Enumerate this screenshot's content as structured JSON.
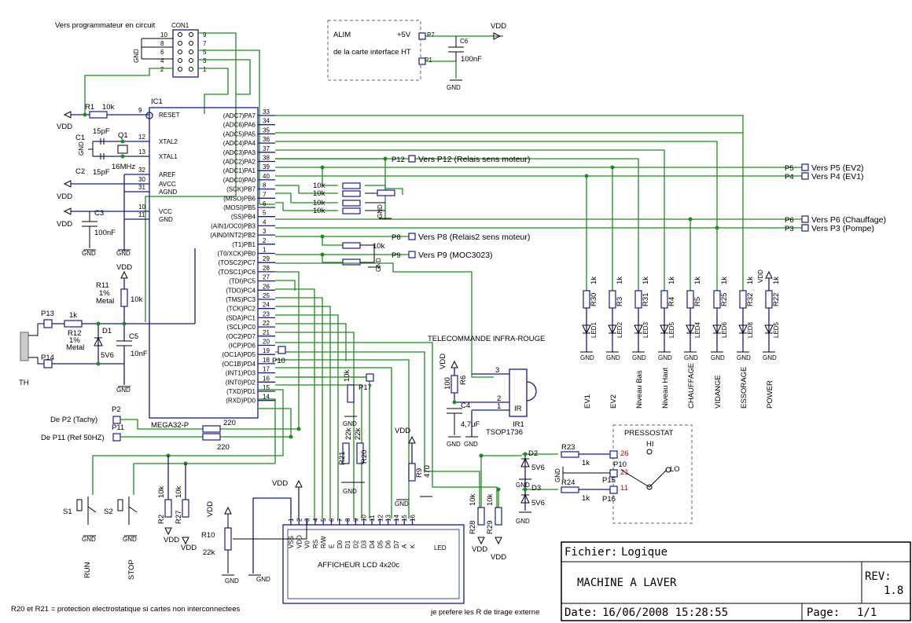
{
  "title_block": {
    "file_label": "Fichier:",
    "file_value": "Logique",
    "project": "MACHINE A LAVER",
    "rev_label": "REV:",
    "rev_value": "1.8",
    "date_label": "Date:",
    "date_value": "16/06/2008 15:28:55",
    "page_label": "Page:",
    "page_value": "1/1"
  },
  "notes": {
    "esd": "R20 et R21 = protection electrostatique si cartes non interconnectees",
    "pullup": "je prefere les R de tirage externe",
    "prog": "Vers programmateur en circuit",
    "ir": "TELECOMMANDE INFRA-ROUGE"
  },
  "connector": {
    "name": "CON1",
    "left_pins": [
      "10",
      "8",
      "6",
      "4",
      "2"
    ],
    "right_pins": [
      "9",
      "7",
      "5",
      "3",
      "1"
    ]
  },
  "alim": {
    "title": "ALIM",
    "subtitle": "de la carte interface HT",
    "v": "+5V",
    "p7": "P7",
    "p1": "P1",
    "c6": "C6",
    "c6v": "100nF",
    "vdd": "VDD",
    "gnd": "GND"
  },
  "mcu": {
    "name": "IC1",
    "part": "MEGA32-P",
    "left_pins": [
      {
        "num": "9",
        "name": "RESET"
      },
      {
        "num": "12",
        "name": "XTAL2"
      },
      {
        "num": "13",
        "name": "XTAL1"
      },
      {
        "num": "32",
        "name": "AREF"
      },
      {
        "num": "30",
        "name": "AVCC"
      },
      {
        "num": "31",
        "name": "AGND"
      },
      {
        "num": "10",
        "name": "VCC"
      },
      {
        "num": "11",
        "name": "GND"
      }
    ],
    "right_pins": [
      {
        "num": "33",
        "name": "(ADC7)PA7"
      },
      {
        "num": "34",
        "name": "(ADC6)PA6"
      },
      {
        "num": "35",
        "name": "(ADC5)PA5"
      },
      {
        "num": "36",
        "name": "(ADC4)PA4"
      },
      {
        "num": "37",
        "name": "(ADC3)PA3"
      },
      {
        "num": "38",
        "name": "(ADC2)PA2"
      },
      {
        "num": "39",
        "name": "(ADC1)PA1"
      },
      {
        "num": "40",
        "name": "(ADC0)PA0"
      },
      {
        "num": "8",
        "name": "(SCK)PB7"
      },
      {
        "num": "7",
        "name": "(MISO)PB6"
      },
      {
        "num": "6",
        "name": "(MOSI)PB5"
      },
      {
        "num": "5",
        "name": "(SS)PB4"
      },
      {
        "num": "4",
        "name": "(AIN1/OC0)PB3"
      },
      {
        "num": "3",
        "name": "(AIN0/INT2)PB2"
      },
      {
        "num": "2",
        "name": "(T1)PB1"
      },
      {
        "num": "1",
        "name": "(T0/XCK)PB0"
      },
      {
        "num": "29",
        "name": "(TOSC2)PC7"
      },
      {
        "num": "28",
        "name": "(TOSC1)PC6"
      },
      {
        "num": "27",
        "name": "(TDI)PC5"
      },
      {
        "num": "26",
        "name": "(TDO)PC4"
      },
      {
        "num": "25",
        "name": "(TMS)PC3"
      },
      {
        "num": "24",
        "name": "(TCK)PC2"
      },
      {
        "num": "23",
        "name": "(SDA)PC1"
      },
      {
        "num": "22",
        "name": "(SCL)PC0"
      },
      {
        "num": "21",
        "name": "(OC2)PD7"
      },
      {
        "num": "20",
        "name": "(ICP)PD6"
      },
      {
        "num": "19",
        "name": "(OC1A)PD5"
      },
      {
        "num": "18",
        "name": "(OC1B)PD4"
      },
      {
        "num": "17",
        "name": "(INT1)PD3"
      },
      {
        "num": "16",
        "name": "(INT0)PD2"
      },
      {
        "num": "15",
        "name": "(TXD)PD1"
      },
      {
        "num": "14",
        "name": "(RXD)PD0"
      }
    ]
  },
  "left_parts": {
    "r1": "R1",
    "r1v": "10k",
    "c1": "C1",
    "c1v": "15pF",
    "c2": "C2",
    "c2v": "15pF",
    "q1": "Q1",
    "q1v": "16MHz",
    "c3": "C3",
    "c3v": "100nF",
    "r11": "R11",
    "r11v": "10k",
    "r11tol": "1%",
    "r11type": "Metal",
    "r12": "R12",
    "r12v": "1k",
    "r12tol": "1%",
    "r12type": "Metal",
    "d1": "D1",
    "d1v": "5V6",
    "c5": "C5",
    "c5v": "10nF",
    "p13": "P13",
    "p14": "P14",
    "th": "TH",
    "p2": "P2",
    "p2label": "De P2 (Tachy)",
    "p11": "P11",
    "p11label": "De P11 (Ref 50HZ)",
    "r220a": "220",
    "r220b": "220",
    "s1": "S1",
    "s2": "S2",
    "r2": "R2",
    "r2v": "10k",
    "r27": "R27",
    "r27v": "10k",
    "run": "RUN",
    "stop": "STOP",
    "vdd": "VDD",
    "gnd": "GND"
  },
  "connectors_right": [
    {
      "pad": "P12",
      "label": "Vers P12 (Relais sens moteur)"
    },
    {
      "pad": "P5",
      "label": "Vers P5 (EV2)"
    },
    {
      "pad": "P4",
      "label": "Vers P4 (EV1)"
    },
    {
      "pad": "P6",
      "label": "Vers P6 (Chauffage)"
    },
    {
      "pad": "P3",
      "label": "Vers P3 (Pompe)"
    },
    {
      "pad": "P8",
      "label": "Vers P8 (Relais2 sens moteur)"
    },
    {
      "pad": "P9",
      "label": "Vers P9 (MOC3023)"
    }
  ],
  "rnet": {
    "values": [
      "10k",
      "10k",
      "10k",
      "10k",
      "10k"
    ]
  },
  "leds": [
    {
      "r": "R30",
      "rv": "1k",
      "led": "LED1",
      "label": "EV1"
    },
    {
      "r": "R3",
      "rv": "1k",
      "led": "LED2",
      "label": "EV2"
    },
    {
      "r": "R31",
      "rv": "1k",
      "led": "LED3",
      "label": "Niveau Bas"
    },
    {
      "r": "R4",
      "rv": "1k",
      "led": "LED5",
      "label": "Niveau Haut"
    },
    {
      "r": "R5",
      "rv": "1k",
      "led": "LED4",
      "label": "CHAUFFAGE"
    },
    {
      "r": "R25",
      "rv": "1k",
      "led": "LED6",
      "label": "VIDANGE"
    },
    {
      "r": "R32",
      "rv": "1k",
      "led": "LED8",
      "label": "ESSORAGE"
    },
    {
      "r": "R22",
      "rv": "1k",
      "led": "LED5",
      "label": "POWER"
    }
  ],
  "ir": {
    "r6": "R6",
    "r6v": "100",
    "c4": "C4",
    "c4v": "4,7uF",
    "ir1": "IR1",
    "part": "TSOP1736",
    "irlabel": "IR",
    "pins": [
      "3",
      "2",
      "1"
    ]
  },
  "mid_parts": {
    "p10": "P10",
    "p17": "P17",
    "r21": "R21",
    "r21v": "22k",
    "r20": "R20",
    "r20v": "22k",
    "r9": "R9",
    "r9v": "470",
    "r26v": "10k"
  },
  "press": {
    "title": "PRESSOSTAT",
    "hi": "HI",
    "lo": "LO",
    "r23": "R23",
    "r23v": "1k",
    "r24": "R24",
    "r24v": "1k",
    "d2": "D2",
    "d2v": "5V6",
    "d3": "D3",
    "d3v": "5V6",
    "r28": "R28",
    "r28v": "10k",
    "r29": "R29",
    "r29v": "10k",
    "p10": "P10",
    "p15": "P15",
    "p16": "P16",
    "n26": "26",
    "n21": "21",
    "n11": "11"
  },
  "lcd": {
    "title": "AFFICHEUR LCD 4x20c",
    "pins": [
      "VSS",
      "VDD",
      "V0",
      "RS",
      "R/W",
      "E",
      "D0",
      "D1",
      "D2",
      "D3",
      "D4",
      "D5",
      "D6",
      "D7",
      "A",
      "K"
    ],
    "nums": [
      "1",
      "2",
      "3",
      "4",
      "5",
      "6",
      "7",
      "8",
      "9",
      "10",
      "11",
      "12",
      "13",
      "14",
      "15",
      "16"
    ],
    "led": "LED",
    "r10": "R10",
    "r10v": "22k"
  }
}
